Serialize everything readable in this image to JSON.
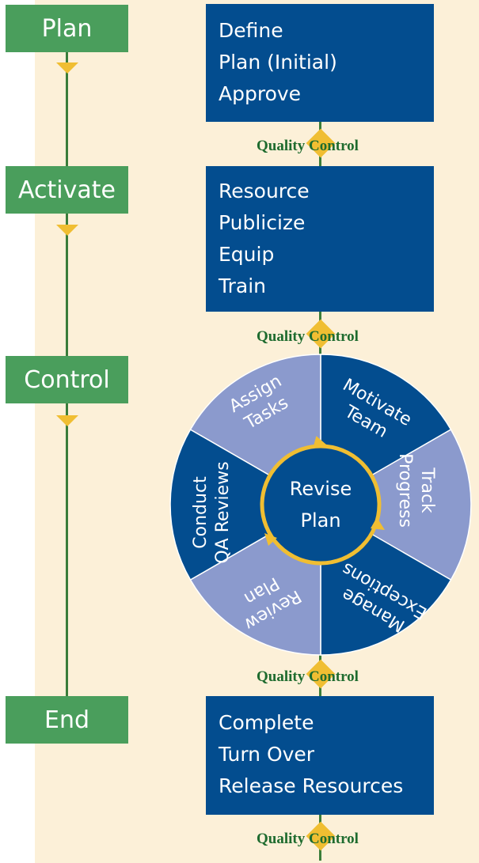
{
  "phases": [
    "Plan",
    "Activate",
    "Control",
    "End"
  ],
  "tasks": {
    "plan": [
      "Define",
      "Plan (Initial)",
      "Approve"
    ],
    "activate": [
      "Resource",
      "Publicize",
      "Equip",
      "Train"
    ],
    "end": [
      "Complete",
      "Turn Over",
      "Release Resources"
    ]
  },
  "quality_control_label": "Quality Control",
  "control_wheel": {
    "center": [
      "Revise",
      "Plan"
    ],
    "segments": [
      [
        "Motivate",
        "Team"
      ],
      [
        "Track",
        "Progress"
      ],
      [
        "Manage",
        "Exceptions"
      ],
      [
        "Review",
        "Plan"
      ],
      [
        "Conduct",
        "QA Reviews"
      ],
      [
        "Assign",
        "Tasks"
      ]
    ]
  },
  "colors": {
    "phase_green": "#4a9e5c",
    "box_blue": "#034d8f",
    "wheel_dark": "#034d8f",
    "wheel_light": "#8b9acd",
    "accent_yellow": "#f0be32",
    "qc_text": "#1e6b2e",
    "background": "#fcf0d8"
  }
}
